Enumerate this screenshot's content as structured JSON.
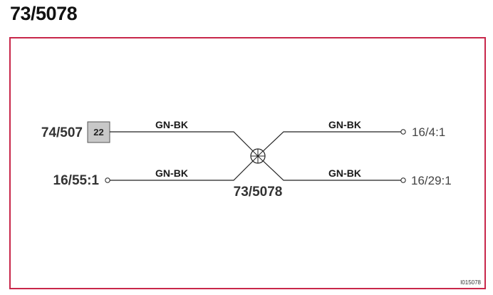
{
  "title": "73/5078",
  "colors": {
    "frame_border": "#c8274a",
    "connector_fill": "#c8c8c8",
    "wire": "#222222"
  },
  "connector": {
    "name": "74/507",
    "pin": "22"
  },
  "left_bottom_terminal": "16/55:1",
  "right_top_terminal": "16/4:1",
  "right_bottom_terminal": "16/29:1",
  "splice": {
    "label": "73/5078",
    "symbol": "splice-node-icon"
  },
  "wires": {
    "left_top": "GN-BK",
    "left_bottom": "GN-BK",
    "right_top": "GN-BK",
    "right_bottom": "GN-BK"
  },
  "reference_code": "I015078"
}
